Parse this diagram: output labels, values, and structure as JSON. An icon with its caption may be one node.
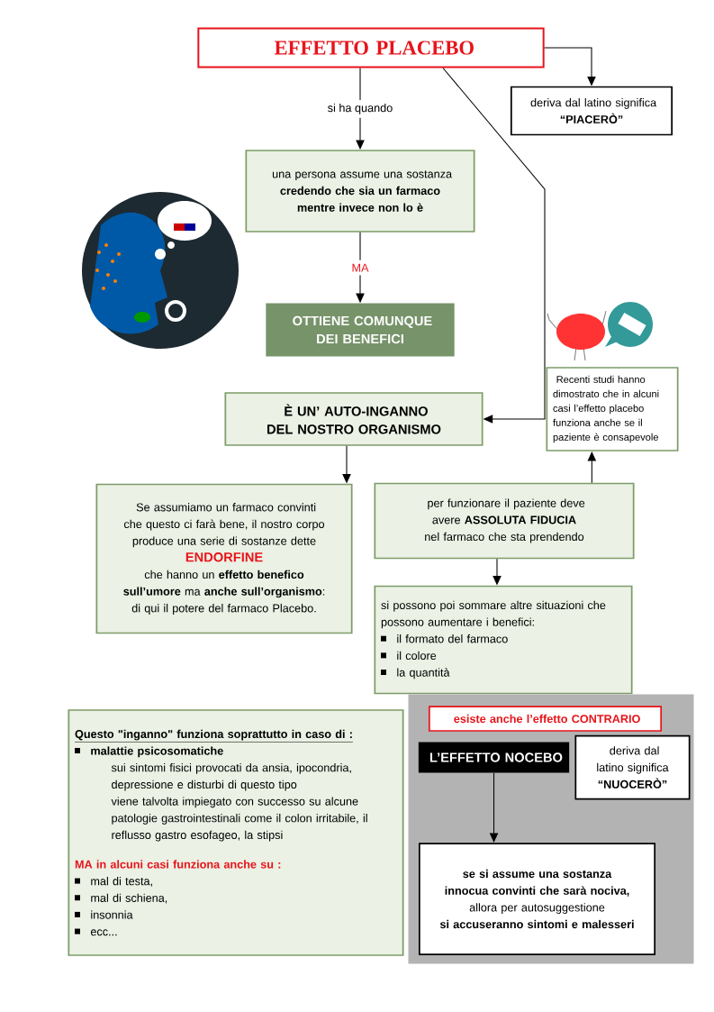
{
  "diagram": {
    "nodes": [
      {
        "text": [
          "EFFETTO PLACEBO"
        ]
      },
      {
        "text": [
          "deriva dal latino significa",
          "“PIACERÒ”"
        ]
      },
      {
        "text": [
          "una persona assume una sostanza",
          "credendo che sia un farmaco mentre invece non lo è"
        ]
      },
      {
        "text": [
          "OTTIENE COMUNQUE DEI BENEFICI"
        ]
      },
      {
        "text": [
          "È UN’ AUTO-INGANNO DEL NOSTRO ORGANISMO"
        ]
      },
      {
        "text": [
          "Recenti studi hanno dimostrato che in alcuni casi l’effetto placebo funziona anche se il paziente è consapevole"
        ]
      },
      {
        "text": [
          "Se assumiamo un farmaco convinti che questo ci farà bene, il nostro corpo produce una serie di sostanze dette",
          "ENDORFINE",
          "che hanno un **effetto benefico sull’umore** ma **anche sull’organismo**: di qui il potere del farmaco Placebo."
        ]
      },
      {
        "text": [
          "per funzionare il paziente deve avere **ASSOLUTA FIDUCIA** nel farmaco che sta prendendo"
        ]
      },
      {
        "text": [
          "si possono poi sommare altre situazioni che possono aumentare i benefici:",
          "il formato del farmaco",
          "il colore",
          "la quantità"
        ]
      },
      {
        "text": [
          "Questo \"inganno\" funziona soprattutto in caso di :",
          "malattie psicosomatiche",
          "sui sintomi fisici provocati da ansia, ipocondria, depressione e disturbi di questo tipo",
          "viene talvolta impiegato con successo su alcune patologie gastrointestinali come il colon irritabile, il reflusso gastro esofageo, la stipsi",
          "MA in alcuni casi funziona anche su :",
          "mal di testa,",
          "mal di schiena,",
          "insonnia",
          "ecc..."
        ]
      },
      {
        "text": [],
        "shape": "box"
      },
      {
        "text": [
          "esiste anche l’effetto CONTRARIO"
        ],
        "in": 10
      },
      {
        "text": [
          "L’EFFETTO NOCEBO"
        ],
        "in": 10
      },
      {
        "text": [
          "deriva dal latino significa",
          "“NUOCERÒ”"
        ],
        "in": 10
      },
      {
        "text": [
          "se si assume una sostanza innocua convinti che sarà nociva,",
          "allora per autosuggestione",
          "si accuseranno sintomi e malesseri"
        ],
        "in": 10
      }
    ],
    "edges": [
      {
        "from": 0,
        "to": 1,
        "arrow": "to"
      },
      {
        "from": 0,
        "to": 2,
        "arrow": "to",
        "label": "si ha quando"
      },
      {
        "from": 2,
        "to": 3,
        "arrow": "to",
        "label": "MA"
      },
      {
        "from": 0,
        "to": 4,
        "arrow": "to"
      },
      {
        "from": 4,
        "to": 6,
        "arrow": "to"
      },
      {
        "from": 7,
        "to": 8,
        "arrow": "to"
      },
      {
        "from": 7,
        "to": 5,
        "arrow": "to"
      },
      {
        "from": 12,
        "to": 14,
        "arrow": "to"
      }
    ]
  }
}
